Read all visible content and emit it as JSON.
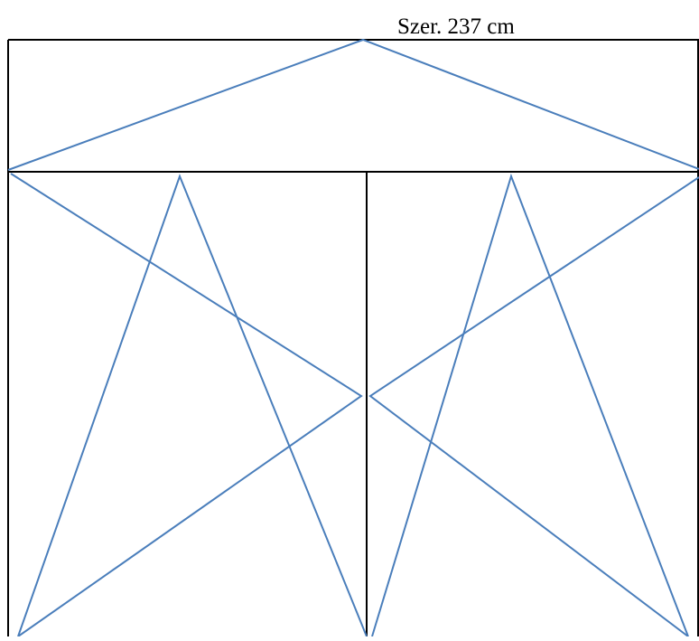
{
  "diagram": {
    "width_label": "Szer. 237 cm",
    "frame_color": "#000000",
    "opening_line_color": "#4a7ebb",
    "sections": [
      {
        "name": "top-transom",
        "opening": "fixed-hinged"
      },
      {
        "name": "left-sash",
        "opening": "tilt-turn"
      },
      {
        "name": "right-sash",
        "opening": "tilt-turn"
      }
    ]
  }
}
